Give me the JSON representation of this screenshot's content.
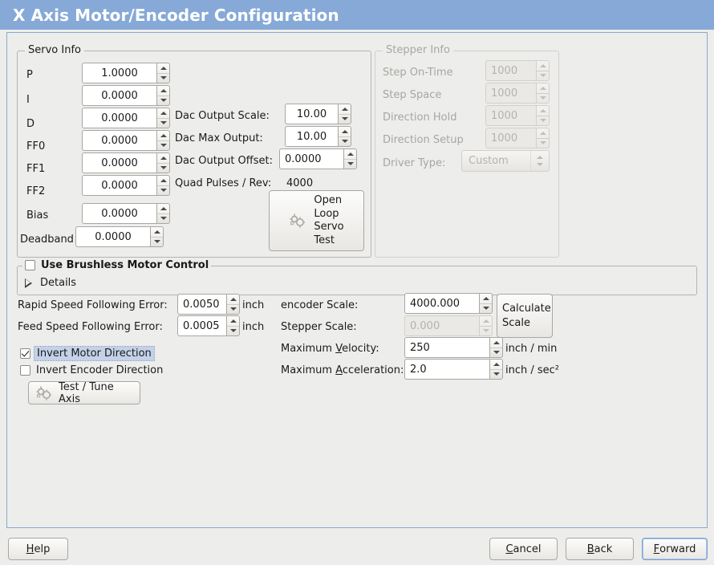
{
  "window": {
    "title": "X Axis Motor/Encoder Configuration"
  },
  "servo_info": {
    "legend": "Servo Info",
    "rows": [
      {
        "label": "P",
        "value": "1.0000"
      },
      {
        "label": "I",
        "value": "0.0000"
      },
      {
        "label": "D",
        "value": "0.0000"
      },
      {
        "label": "FF0",
        "value": "0.0000"
      },
      {
        "label": "FF1",
        "value": "0.0000"
      },
      {
        "label": "FF2",
        "value": "0.0000"
      },
      {
        "label": "Bias",
        "value": "0.0000"
      },
      {
        "label": "Deadband",
        "value": "0.0000"
      }
    ],
    "dac": [
      {
        "label": "Dac Output Scale:",
        "value": "10.00"
      },
      {
        "label": "Dac Max Output:",
        "value": "10.00"
      },
      {
        "label": "Dac Output Offset:",
        "value": "0.0000"
      }
    ],
    "quad_pulses_label": "Quad Pulses / Rev:",
    "quad_pulses_value": "4000",
    "open_loop_button": {
      "icon": "gears-icon",
      "line1": "Open",
      "line2": "Loop",
      "line3": "Servo",
      "line4": "Test"
    }
  },
  "stepper_info": {
    "legend": "Stepper Info",
    "enabled": false,
    "rows": [
      {
        "label": "Step On-Time",
        "value": "1000"
      },
      {
        "label": "Step Space",
        "value": "1000"
      },
      {
        "label": "Direction Hold",
        "value": "1000"
      },
      {
        "label": "Direction Setup",
        "value": "1000"
      }
    ],
    "driver_type_label": "Driver Type:",
    "driver_type_value": "Custom"
  },
  "brushless": {
    "legend": "Use Brushless Motor Control",
    "checked": false,
    "details_label": "Details",
    "details_expanded": false
  },
  "following_error": {
    "rapid_label": "Rapid Speed Following Error:",
    "rapid_value": "0.0050",
    "rapid_unit": "inch",
    "feed_label": "Feed Speed Following Error:",
    "feed_value": "0.0005",
    "feed_unit": "inch"
  },
  "invert": {
    "motor_label": "Invert Motor Direction",
    "motor_checked": true,
    "motor_focused": true,
    "encoder_label": "Invert Encoder Direction",
    "encoder_checked": false
  },
  "test_tune_button": {
    "icon": "gears-icon",
    "label": "Test / Tune Axis"
  },
  "scale": {
    "encoder_label": "encoder Scale:",
    "encoder_value": "4000.000",
    "stepper_label": "Stepper Scale:",
    "stepper_value": "0.000",
    "stepper_enabled": false,
    "calculate_line1": "Calculate",
    "calculate_line2": "Scale",
    "max_velocity_label_pre": "Maximum ",
    "max_velocity_label_key": "V",
    "max_velocity_label_post": "elocity:",
    "max_velocity_value": "250",
    "max_velocity_unit": "inch / min",
    "max_accel_label_pre": "Maximum ",
    "max_accel_label_key": "A",
    "max_accel_label_post": "cceleration:",
    "max_accel_value": "2.0",
    "max_accel_unit": "inch / sec²"
  },
  "footer": {
    "help_pre": "",
    "help_key": "H",
    "help_post": "elp",
    "cancel_pre": "",
    "cancel_key": "C",
    "cancel_post": "ancel",
    "back_pre": "",
    "back_key": "B",
    "back_post": "ack",
    "forward_pre": "",
    "forward_key": "F",
    "forward_post": "orward"
  },
  "colors": {
    "title_bar": "#86a9d7",
    "window_bg": "#ededeb",
    "frame_border": "#8ba9d0",
    "selection": "#c3d2e8"
  }
}
